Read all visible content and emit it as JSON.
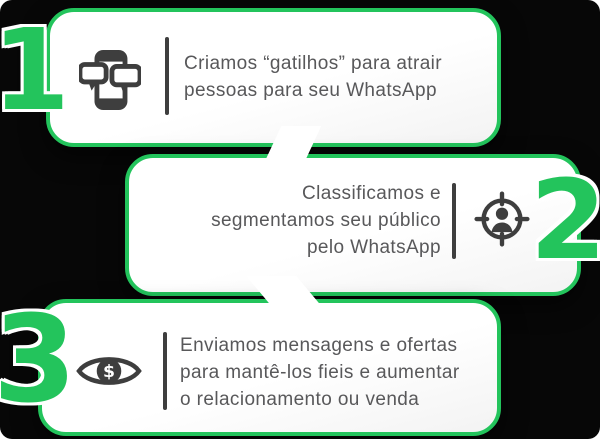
{
  "theme": {
    "green": "#23c45c",
    "card": "#ffffff",
    "text": "#58585a",
    "icon": "#3e3e3e",
    "divider": "#3e3e3e",
    "bg": "#070707"
  },
  "steps": [
    {
      "number": "1",
      "icon": "phone-chat-icon",
      "lines": [
        "Criamos “gatilhos” para atrair",
        "pessoas para seu WhatsApp"
      ]
    },
    {
      "number": "2",
      "icon": "target-audience-icon",
      "lines": [
        "Classificamos e",
        "segmentamos seu público",
        "pelo WhatsApp"
      ]
    },
    {
      "number": "3",
      "icon": "eye-money-icon",
      "lines": [
        "Enviamos mensagens e ofertas",
        "para mantê-los fieis e aumentar",
        "o relacionamento ou venda"
      ]
    }
  ],
  "glyphs": {
    "dollar": "$"
  }
}
